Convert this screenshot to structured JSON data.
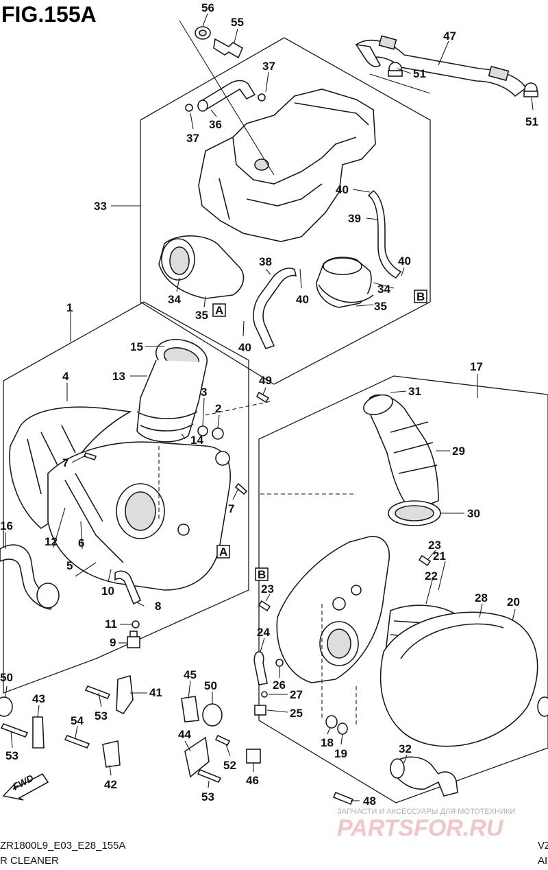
{
  "figure": {
    "title": "FIG.155A",
    "footer_left_code": "ZR1800L9_E03_E28_155A",
    "footer_left_name": "R CLEANER",
    "footer_right_code": "VZ",
    "footer_right_name": "AII",
    "fwd_label": "FWD",
    "watermark_small": "ЗАПЧАСТИ И АКСЕССУАРЫ ДЛЯ МОТОТЕХНИКИ",
    "watermark_brand": "PARTSFOR.RU",
    "ref_a": "A",
    "ref_b": "B"
  },
  "labels": {
    "p56": "56",
    "p55": "55",
    "p47": "47",
    "p37a": "37",
    "p37b": "37",
    "p36": "36",
    "p51a": "51",
    "p51b": "51",
    "p33": "33",
    "p40a": "40",
    "p39": "39",
    "p38": "38",
    "p40b": "40",
    "p34a": "34",
    "p35a": "35",
    "p34b": "34",
    "p40c": "40",
    "p35b": "35",
    "p40d": "40",
    "p1": "1",
    "p15": "15",
    "p4": "4",
    "p13": "13",
    "p49": "49",
    "p3": "3",
    "p2": "2",
    "p14": "14",
    "p7a": "7",
    "p7b": "7",
    "p16": "16",
    "p12": "12",
    "p6": "6",
    "p5": "5",
    "p10": "10",
    "p8": "8",
    "p11": "11",
    "p9": "9",
    "p17": "17",
    "p31": "31",
    "p29": "29",
    "p30": "30",
    "p23a": "23",
    "p21": "21",
    "p22": "22",
    "p28": "28",
    "p20": "20",
    "p23b": "23",
    "p24": "24",
    "p26": "26",
    "p27": "27",
    "p25": "25",
    "p50a": "50",
    "p43": "43",
    "p53a": "53",
    "p53b": "53",
    "p41": "41",
    "p45": "45",
    "p50b": "50",
    "p54": "54",
    "p44": "44",
    "p52": "52",
    "p42": "42",
    "p46": "46",
    "p53c": "53",
    "p18": "18",
    "p19": "19",
    "p32": "32",
    "p48": "48"
  }
}
